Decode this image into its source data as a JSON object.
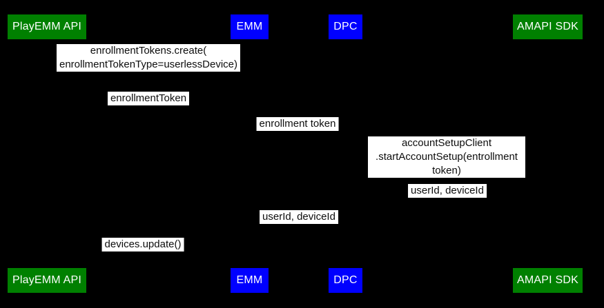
{
  "diagram": {
    "kind": "sequence-diagram",
    "colors": {
      "background": "#000000",
      "actor_green": "#008000",
      "actor_blue": "#0000ff",
      "actor_text": "#ffffff",
      "message_background": "#ffffff",
      "message_text": "#0d0d0d"
    },
    "actors": [
      {
        "id": "playemm-api",
        "label": "PlayEMM API",
        "color": "#008000"
      },
      {
        "id": "emm",
        "label": "EMM",
        "color": "#0000ff"
      },
      {
        "id": "dpc",
        "label": "DPC",
        "color": "#0000ff"
      },
      {
        "id": "amapi-sdk",
        "label": "AMAPI SDK",
        "color": "#008000"
      }
    ],
    "messages": [
      {
        "between": [
          "PlayEMM API",
          "EMM"
        ],
        "text": "enrollmentTokens.create(\nenrollmentTokenType=userlessDevice)"
      },
      {
        "between": [
          "PlayEMM API",
          "EMM"
        ],
        "text": "enrollmentToken"
      },
      {
        "between": [
          "EMM",
          "DPC"
        ],
        "text": "enrollment token"
      },
      {
        "between": [
          "DPC",
          "AMAPI SDK"
        ],
        "text": "accountSetupClient\n.startAccountSetup(entrollment token)"
      },
      {
        "between": [
          "DPC",
          "AMAPI SDK"
        ],
        "text": "userId, deviceId"
      },
      {
        "between": [
          "EMM",
          "DPC"
        ],
        "text": "userId, deviceId"
      },
      {
        "between": [
          "PlayEMM API",
          "EMM"
        ],
        "text": "devices.update()"
      }
    ]
  }
}
